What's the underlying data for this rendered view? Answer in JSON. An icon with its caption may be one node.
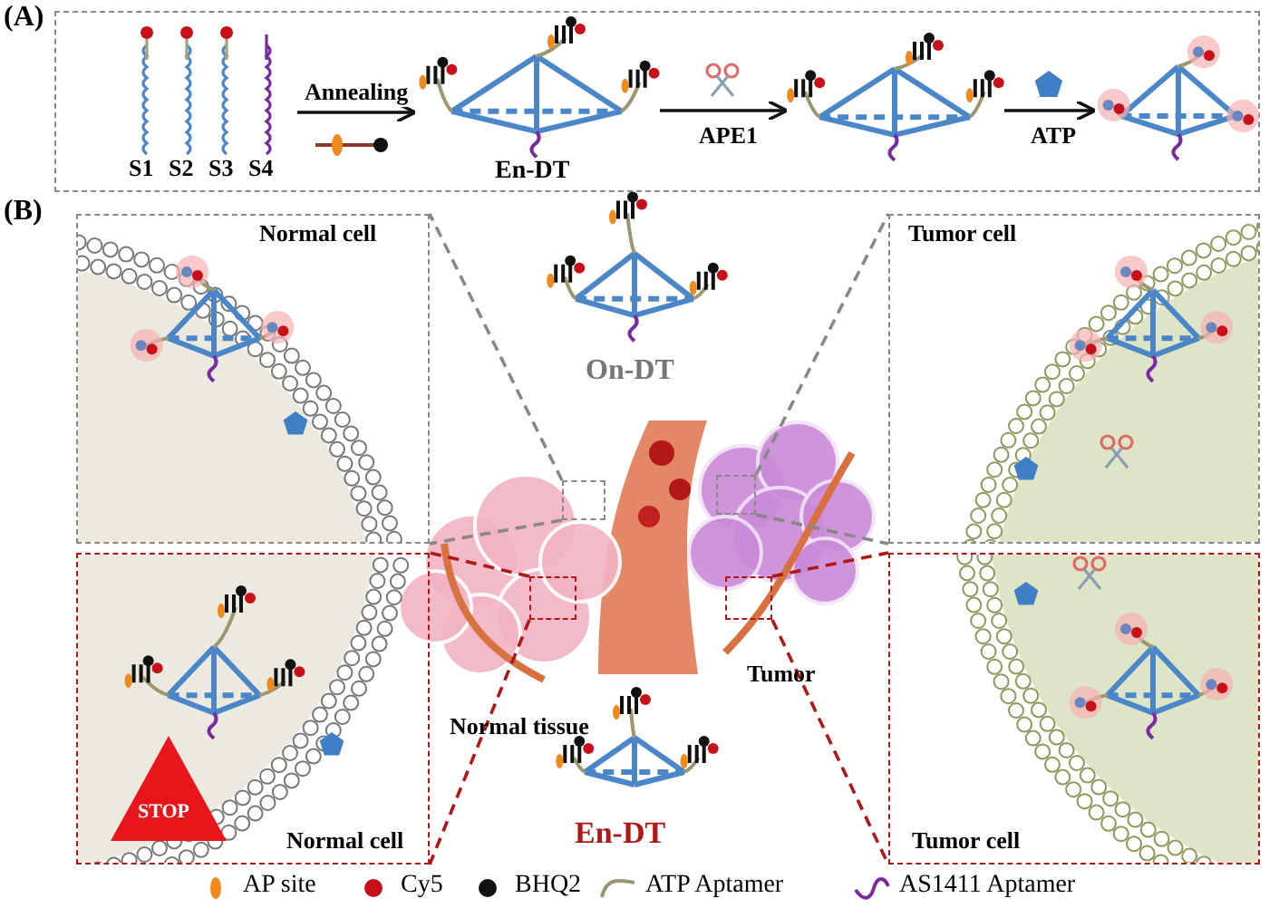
{
  "diagram": {
    "nodes": [
      {
        "text": [
          "(A)"
        ]
      },
      {
        "text": [
          "S1",
          "S2",
          "S3",
          "S4"
        ],
        "in": 0
      },
      {
        "text": [
          "En-DT"
        ],
        "in": 0
      },
      {
        "text": [],
        "shape": "picture",
        "in": 0
      },
      {
        "text": [],
        "shape": "picture",
        "in": 0
      },
      {
        "text": [
          "Normal cell"
        ]
      },
      {
        "text": [
          "On-DT"
        ]
      },
      {
        "text": [
          "Tumor cell"
        ]
      },
      {
        "text": [
          "Normal cell"
        ]
      },
      {
        "text": [
          "STOP"
        ],
        "in": 8
      },
      {
        "text": [
          "Tumor cell"
        ]
      },
      {
        "text": [
          "En-DT"
        ]
      },
      {
        "text": [],
        "shape": "box"
      },
      {
        "text": [],
        "shape": "box"
      },
      {
        "text": [],
        "shape": "box"
      },
      {
        "text": [],
        "shape": "box"
      }
    ],
    "edges": [
      {
        "from": 1,
        "to": 2,
        "arrow": "to",
        "label": "Annealing",
        "color": "#111111"
      },
      {
        "from": 2,
        "to": 3,
        "arrow": "to",
        "label": "APE1",
        "color": "#111111"
      },
      {
        "from": 3,
        "to": 4,
        "arrow": "to",
        "label": "ATP",
        "color": "#111111"
      },
      {
        "from": 12,
        "to": 5,
        "arrow": "none",
        "style": "dashed",
        "color": "#888888"
      },
      {
        "from": 12,
        "to": 5,
        "arrow": "none",
        "style": "dashed",
        "color": "#888888"
      },
      {
        "from": 13,
        "to": 7,
        "arrow": "none",
        "style": "dashed",
        "color": "#888888"
      },
      {
        "from": 13,
        "to": 7,
        "arrow": "none",
        "style": "dashed",
        "color": "#888888"
      },
      {
        "from": 14,
        "to": 8,
        "arrow": "none",
        "style": "dashed",
        "color": "#b01818"
      },
      {
        "from": 14,
        "to": 8,
        "arrow": "none",
        "style": "dashed",
        "color": "#b01818"
      },
      {
        "from": 15,
        "to": 10,
        "arrow": "none",
        "style": "dashed",
        "color": "#b01818"
      },
      {
        "from": 15,
        "to": 10,
        "arrow": "none",
        "style": "dashed",
        "color": "#b01818"
      }
    ],
    "labels": [
      "(B)",
      "Normal tissue",
      "Tumor"
    ],
    "legend": [
      {
        "text": "AP site",
        "color": "#f08a1c"
      },
      {
        "text": "Cy5",
        "color": "#c8101a"
      },
      {
        "text": "BHQ2",
        "color": "#111111"
      },
      {
        "text": "ATP Aptamer"
      },
      {
        "text": "AS1411 Aptamer"
      }
    ]
  }
}
